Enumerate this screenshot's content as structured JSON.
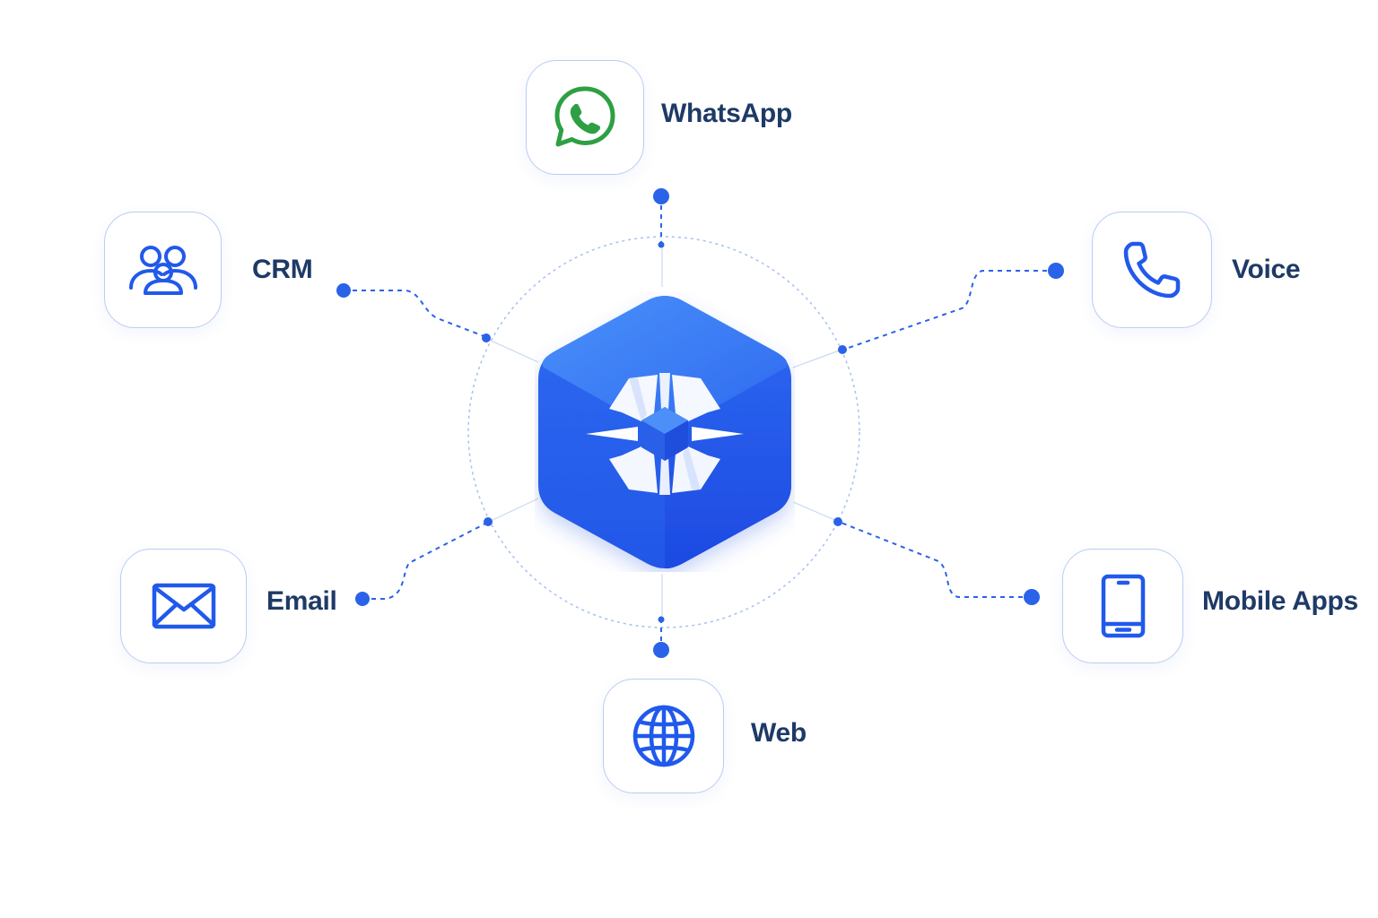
{
  "hub": {
    "icon": "compass-star-icon",
    "color": "#2f68ee"
  },
  "channels": [
    {
      "id": "whatsapp",
      "label": "WhatsApp",
      "icon": "whatsapp-icon",
      "color": "#2ea043"
    },
    {
      "id": "crm",
      "label": "CRM",
      "icon": "users-icon",
      "color": "#2159ec"
    },
    {
      "id": "voice",
      "label": "Voice",
      "icon": "phone-icon",
      "color": "#2159ec"
    },
    {
      "id": "email",
      "label": "Email",
      "icon": "envelope-icon",
      "color": "#2159ec"
    },
    {
      "id": "mobile-apps",
      "label": "Mobile Apps",
      "icon": "mobile-phone-icon",
      "color": "#2159ec"
    },
    {
      "id": "web",
      "label": "Web",
      "icon": "globe-icon",
      "color": "#2159ec"
    }
  ],
  "colors": {
    "connector": "#2a63e8",
    "card_border": "#b9cdf3",
    "label": "#1e3a66"
  }
}
